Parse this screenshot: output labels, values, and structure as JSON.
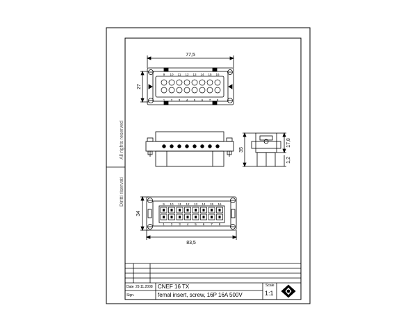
{
  "side_text": {
    "top": "All rights reserved",
    "bottom": "Diritti riservati"
  },
  "dimensions": {
    "top_width": "77,5",
    "top_height": "27",
    "side_height": "35",
    "side_upper": "17,8",
    "side_lower": "1,2",
    "bottom_height": "34",
    "bottom_width": "83,5"
  },
  "pin_numbers_top": [
    "9",
    "10",
    "11",
    "12",
    "13",
    "14",
    "15",
    "16"
  ],
  "pin_numbers_bottom": [
    "1",
    "2",
    "3",
    "4",
    "5",
    "6",
    "7",
    "8"
  ],
  "title_block": {
    "date_label": "Date",
    "date_value": "29.11.2008",
    "sign_label": "Sign.",
    "code": "CNEF 16 TX",
    "description": "femal insert, screw, 16P 16A 500V",
    "scale_label": "Scale",
    "scale_value": "1:1"
  }
}
